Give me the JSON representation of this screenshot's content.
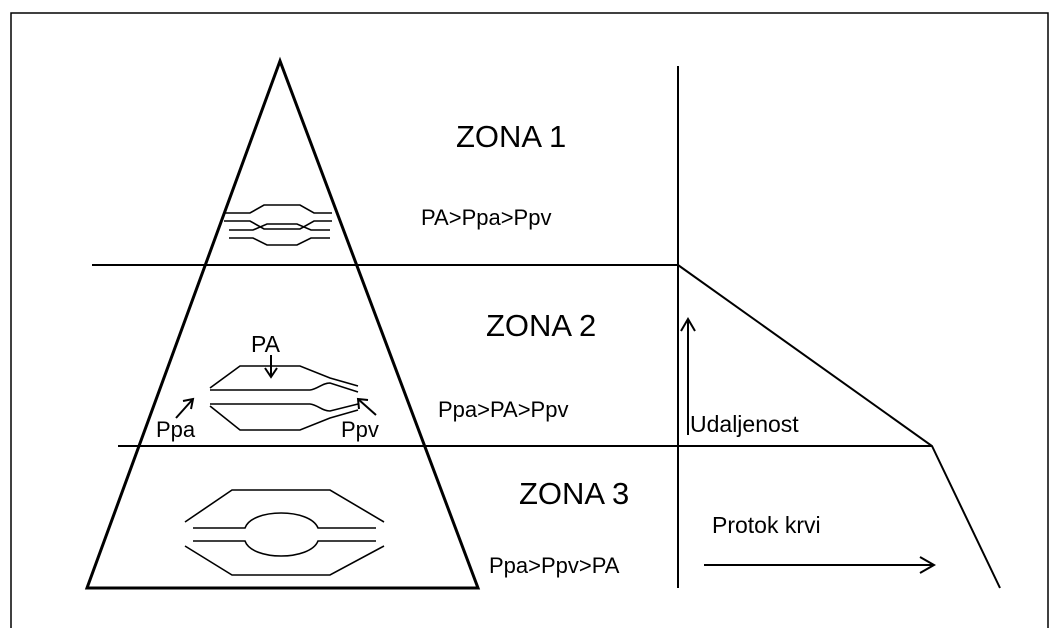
{
  "zones": [
    {
      "title": "ZONA 1",
      "formula": "PA>Ppa>Ppv"
    },
    {
      "title": "ZONA 2",
      "formula": "Ppa>PA>Ppv"
    },
    {
      "title": "ZONA 3",
      "formula": "Ppa>Ppv>PA"
    }
  ],
  "vessel_labels": {
    "alveolar": "PA",
    "arterial": "Ppa",
    "venous": "Ppv"
  },
  "axis_labels": {
    "distance": "Udaljenost",
    "blood_flow": "Protok krvi"
  }
}
